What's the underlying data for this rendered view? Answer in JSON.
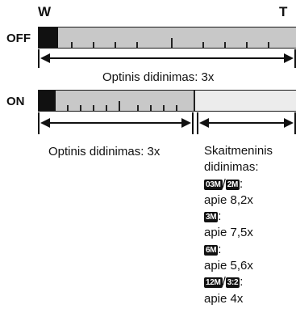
{
  "scale": {
    "wide_label": "W",
    "tele_label": "T"
  },
  "rows": {
    "off": {
      "label": "OFF",
      "caption": "Optinis didinimas: 3x"
    },
    "on": {
      "label": "ON",
      "optical_caption": "Optinis didinimas: 3x"
    }
  },
  "digital": {
    "title_line1": "Skaitmeninis",
    "title_line2": "didinimas:",
    "entries": [
      {
        "badges": [
          "03M",
          "2M"
        ],
        "separator": "/",
        "value": "apie 8,2x"
      },
      {
        "badges": [
          "3M"
        ],
        "separator": "",
        "value": "apie 7,5x"
      },
      {
        "badges": [
          "6M"
        ],
        "separator": "",
        "value": "apie 5,6x"
      },
      {
        "badges": [
          "12M",
          "3:2"
        ],
        "separator": "/",
        "value": "apie 4x"
      }
    ]
  },
  "colors": {
    "bar_fill": "#c8c8c8",
    "digital_fill": "#ececec",
    "cap": "#111111"
  }
}
